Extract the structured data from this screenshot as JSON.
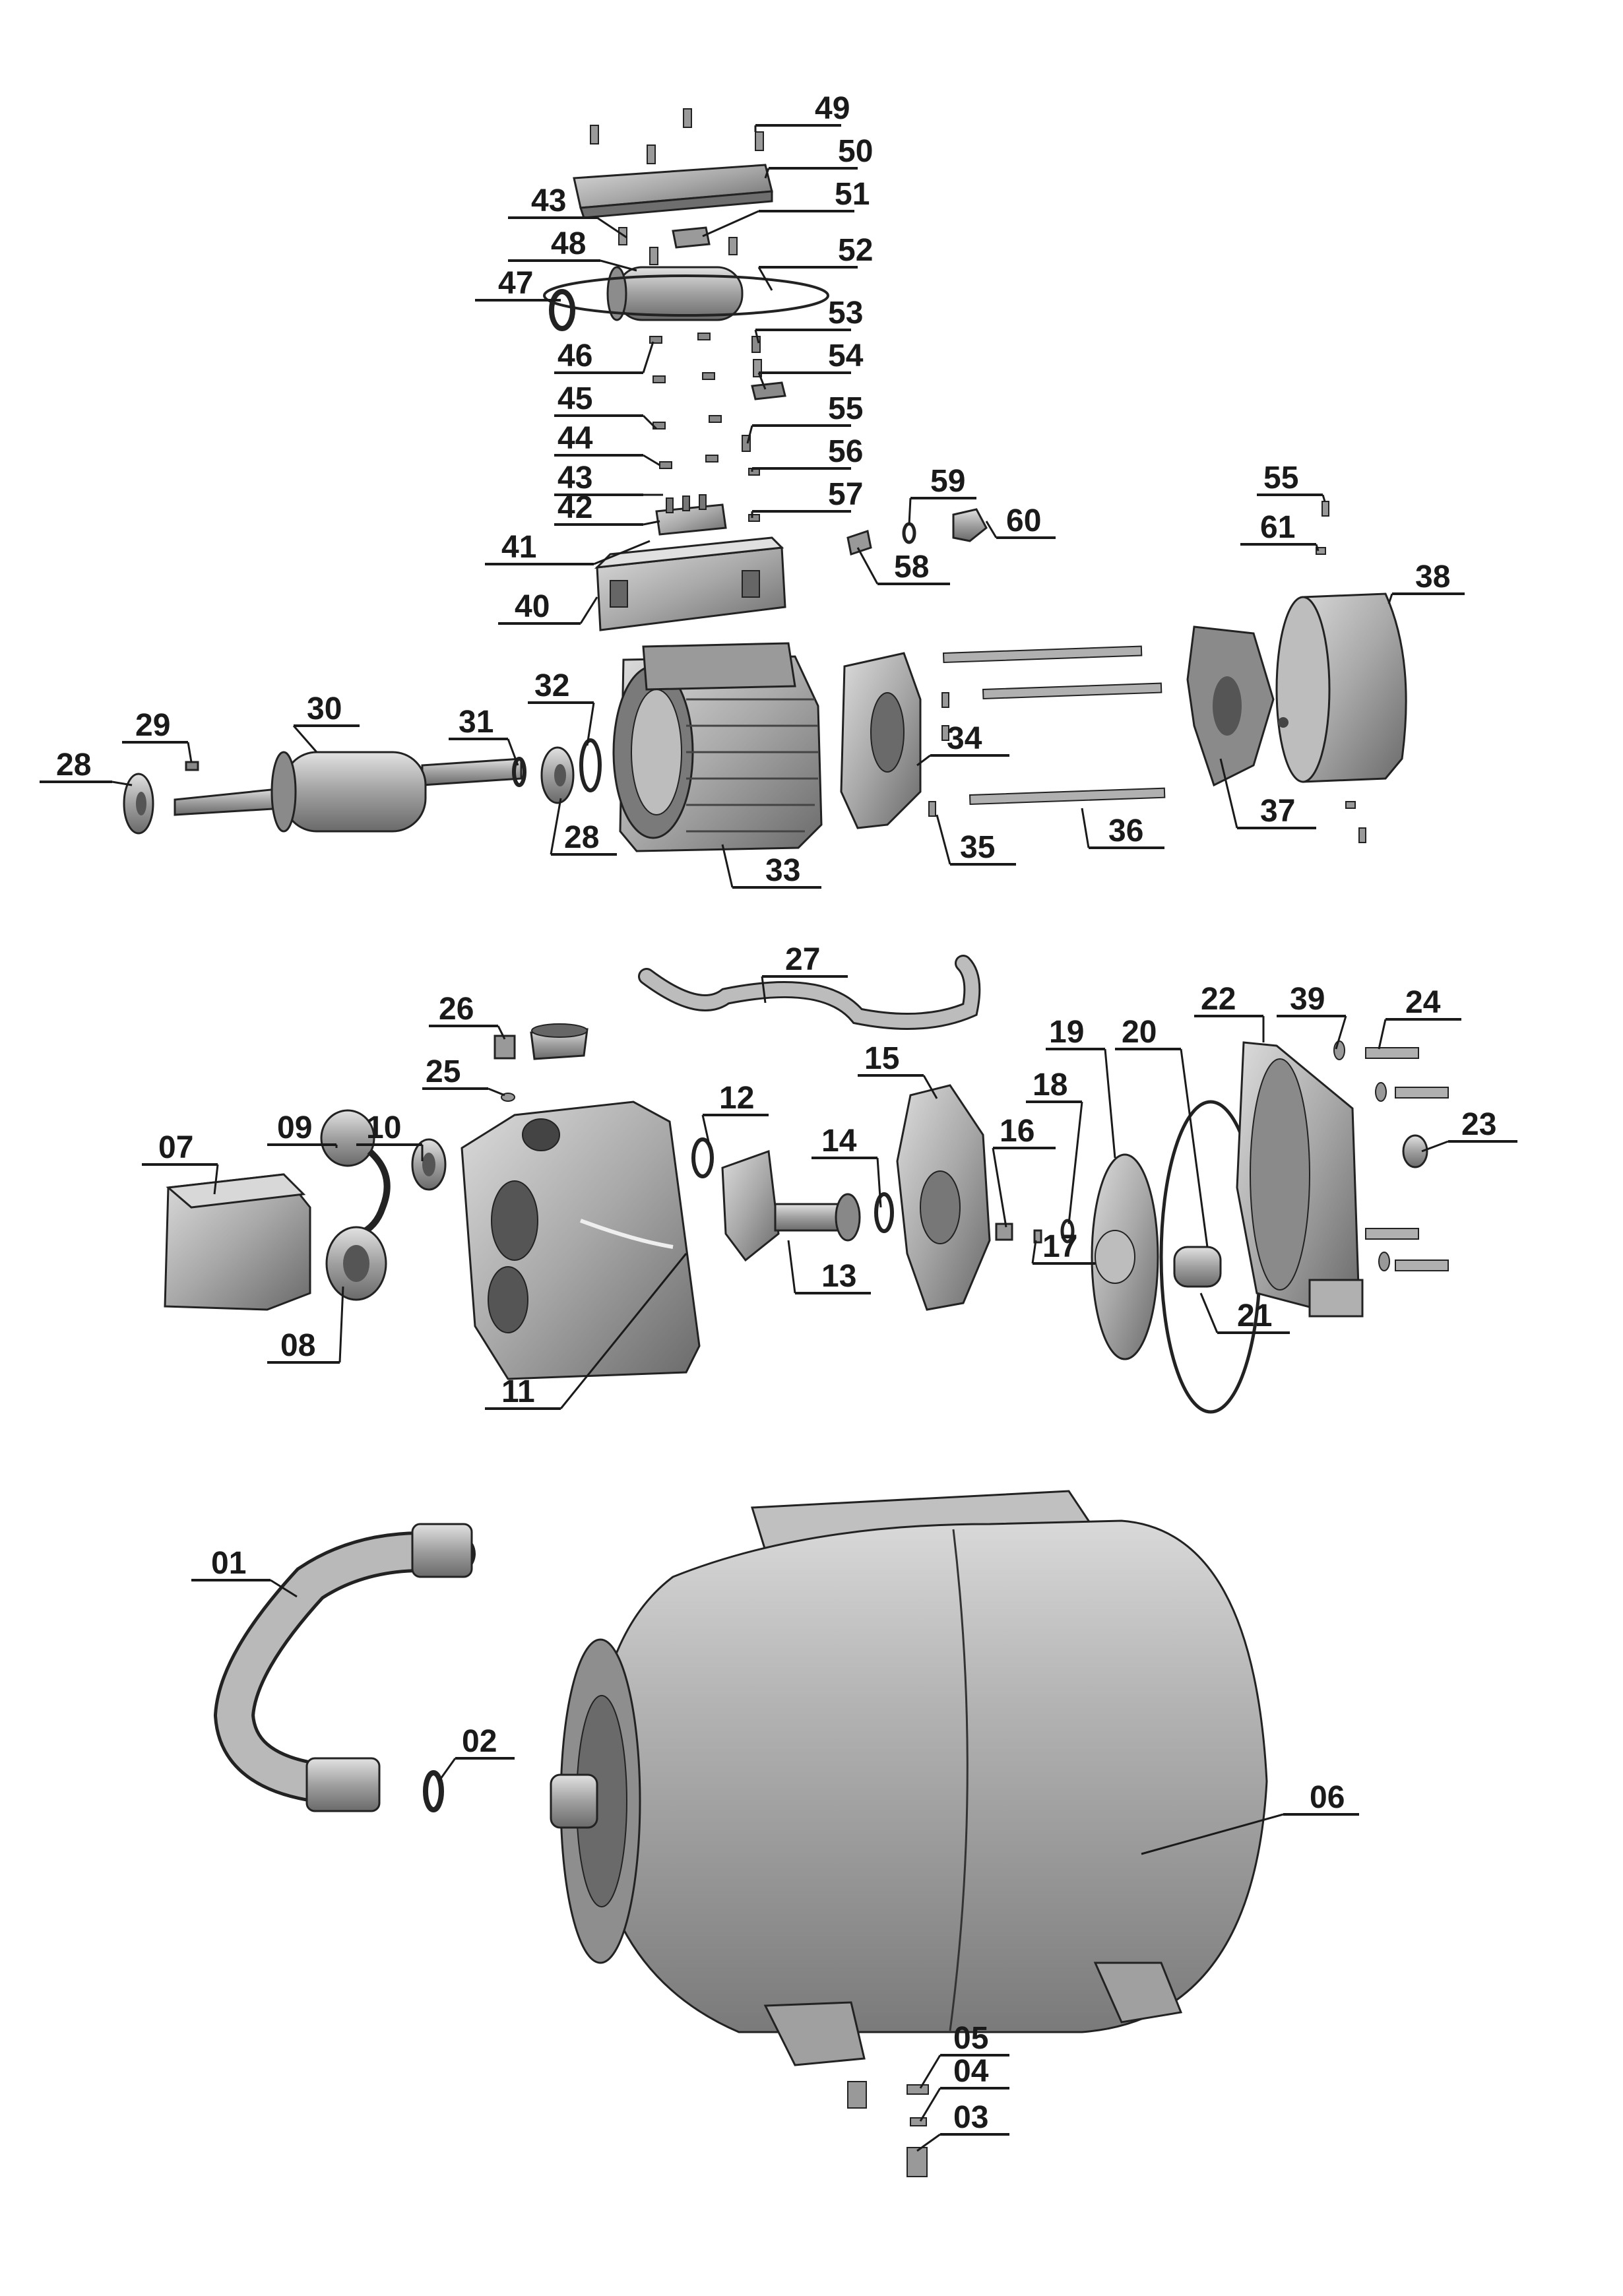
{
  "labels": {
    "p01": "01",
    "p02": "02",
    "p03": "03",
    "p04": "04",
    "p05": "05",
    "p06": "06",
    "p07": "07",
    "p08": "08",
    "p09": "09",
    "p10": "10",
    "p11": "11",
    "p12": "12",
    "p13": "13",
    "p14": "14",
    "p15": "15",
    "p16": "16",
    "p17": "17",
    "p18": "18",
    "p19": "19",
    "p20": "20",
    "p21": "21",
    "p22": "22",
    "p23": "23",
    "p24": "24",
    "p25": "25",
    "p26": "26",
    "p27": "27",
    "p28": "28",
    "p29": "29",
    "p30": "30",
    "p31": "31",
    "p32": "32",
    "p33": "33",
    "p34": "34",
    "p35": "35",
    "p36": "36",
    "p37": "37",
    "p38": "38",
    "p39": "39",
    "p40": "40",
    "p41": "41",
    "p42": "42",
    "p43": "43",
    "p44": "44",
    "p45": "45",
    "p46": "46",
    "p47": "47",
    "p48": "48",
    "p49": "49",
    "p50": "50",
    "p51": "51",
    "p52": "52",
    "p53": "53",
    "p54": "54",
    "p55": "55",
    "p56": "56",
    "p57": "57",
    "p58": "58",
    "p59": "59",
    "p60": "60",
    "p61": "61"
  },
  "colors": {
    "line": "#1a1a1a",
    "part_light": "#c8c8c8",
    "part_mid": "#a9a9a9",
    "part_dark": "#6e6e6e",
    "background": "#ffffff"
  }
}
